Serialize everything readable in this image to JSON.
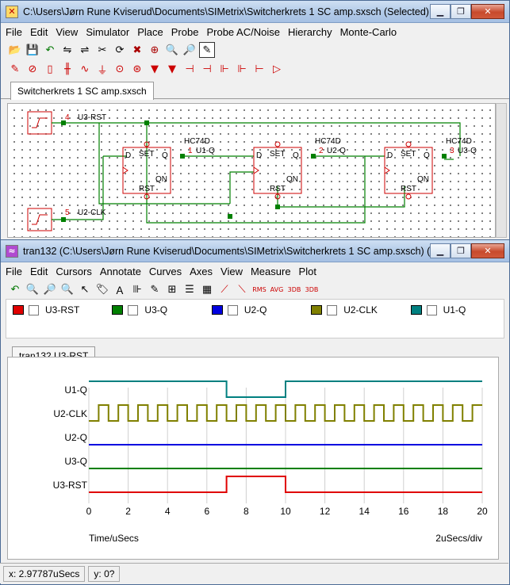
{
  "schematic_window": {
    "title": "C:\\Users\\Jørn Rune Kviserud\\Documents\\SIMetrix\\Switcherkrets 1 SC amp.sxsch (Selected)",
    "menu": [
      "File",
      "Edit",
      "View",
      "Simulator",
      "Place",
      "Probe",
      "Probe AC/Noise",
      "Hierarchy",
      "Monte-Carlo"
    ],
    "tab": "Switcherkrets 1 SC amp.sxsch",
    "labels": {
      "u3rst": "U3-RST",
      "u2clk": "U2-CLK",
      "u1q": "U1-Q",
      "u2q": "U2-Q",
      "u3q": "U3-Q",
      "hc1": "HC74D",
      "hc2": "HC74D",
      "hc3": "HC74D",
      "u3rst_ref": "4",
      "u2clk_ref": "5",
      "u1q_ref": "1",
      "u2q_ref": "2",
      "u3q_ref": "3"
    },
    "pins": {
      "d": "D",
      "set": "SET",
      "q": "Q",
      "qn": "QN",
      "rst": "RST"
    }
  },
  "plot_window": {
    "title": "tran132 (C:\\Users\\Jørn Rune Kviserud\\Documents\\SIMetrix\\Switcherkrets 1 SC amp.sxsch) (Sel...",
    "menu": [
      "File",
      "Edit",
      "Cursors",
      "Annotate",
      "Curves",
      "Axes",
      "View",
      "Measure",
      "Plot"
    ],
    "legend": [
      {
        "name": "U3-RST",
        "color": "#e00000"
      },
      {
        "name": "U3-Q",
        "color": "#007f00"
      },
      {
        "name": "U2-Q",
        "color": "#0000e0"
      },
      {
        "name": "U2-CLK",
        "color": "#808000"
      },
      {
        "name": "U1-Q",
        "color": "#008080"
      }
    ],
    "tab": "tran132 U3-RST",
    "x_label": "Time/uSecs",
    "div_label": "2uSecs/div",
    "status": {
      "x": "x: 2.97787uSecs",
      "y": "y: 0?"
    }
  },
  "chart_data": {
    "type": "line",
    "x_ticks": [
      0,
      2,
      4,
      6,
      8,
      10,
      12,
      14,
      16,
      18,
      20
    ],
    "xlim": [
      0,
      20
    ],
    "series": [
      {
        "name": "U1-Q",
        "color": "#008080",
        "steps": [
          [
            0,
            1
          ],
          [
            7,
            0
          ],
          [
            10,
            1
          ],
          [
            20,
            1
          ]
        ]
      },
      {
        "name": "U2-CLK",
        "color": "#808000",
        "clock_period": 1,
        "start_high": false
      },
      {
        "name": "U2-Q",
        "color": "#0000e0",
        "steps": [
          [
            0,
            0
          ],
          [
            20,
            0
          ]
        ]
      },
      {
        "name": "U3-Q",
        "color": "#007f00",
        "steps": [
          [
            0,
            0
          ],
          [
            20,
            0
          ]
        ]
      },
      {
        "name": "U3-RST",
        "color": "#e00000",
        "steps": [
          [
            0,
            0
          ],
          [
            7,
            1
          ],
          [
            10,
            0
          ],
          [
            20,
            0
          ]
        ]
      }
    ]
  }
}
